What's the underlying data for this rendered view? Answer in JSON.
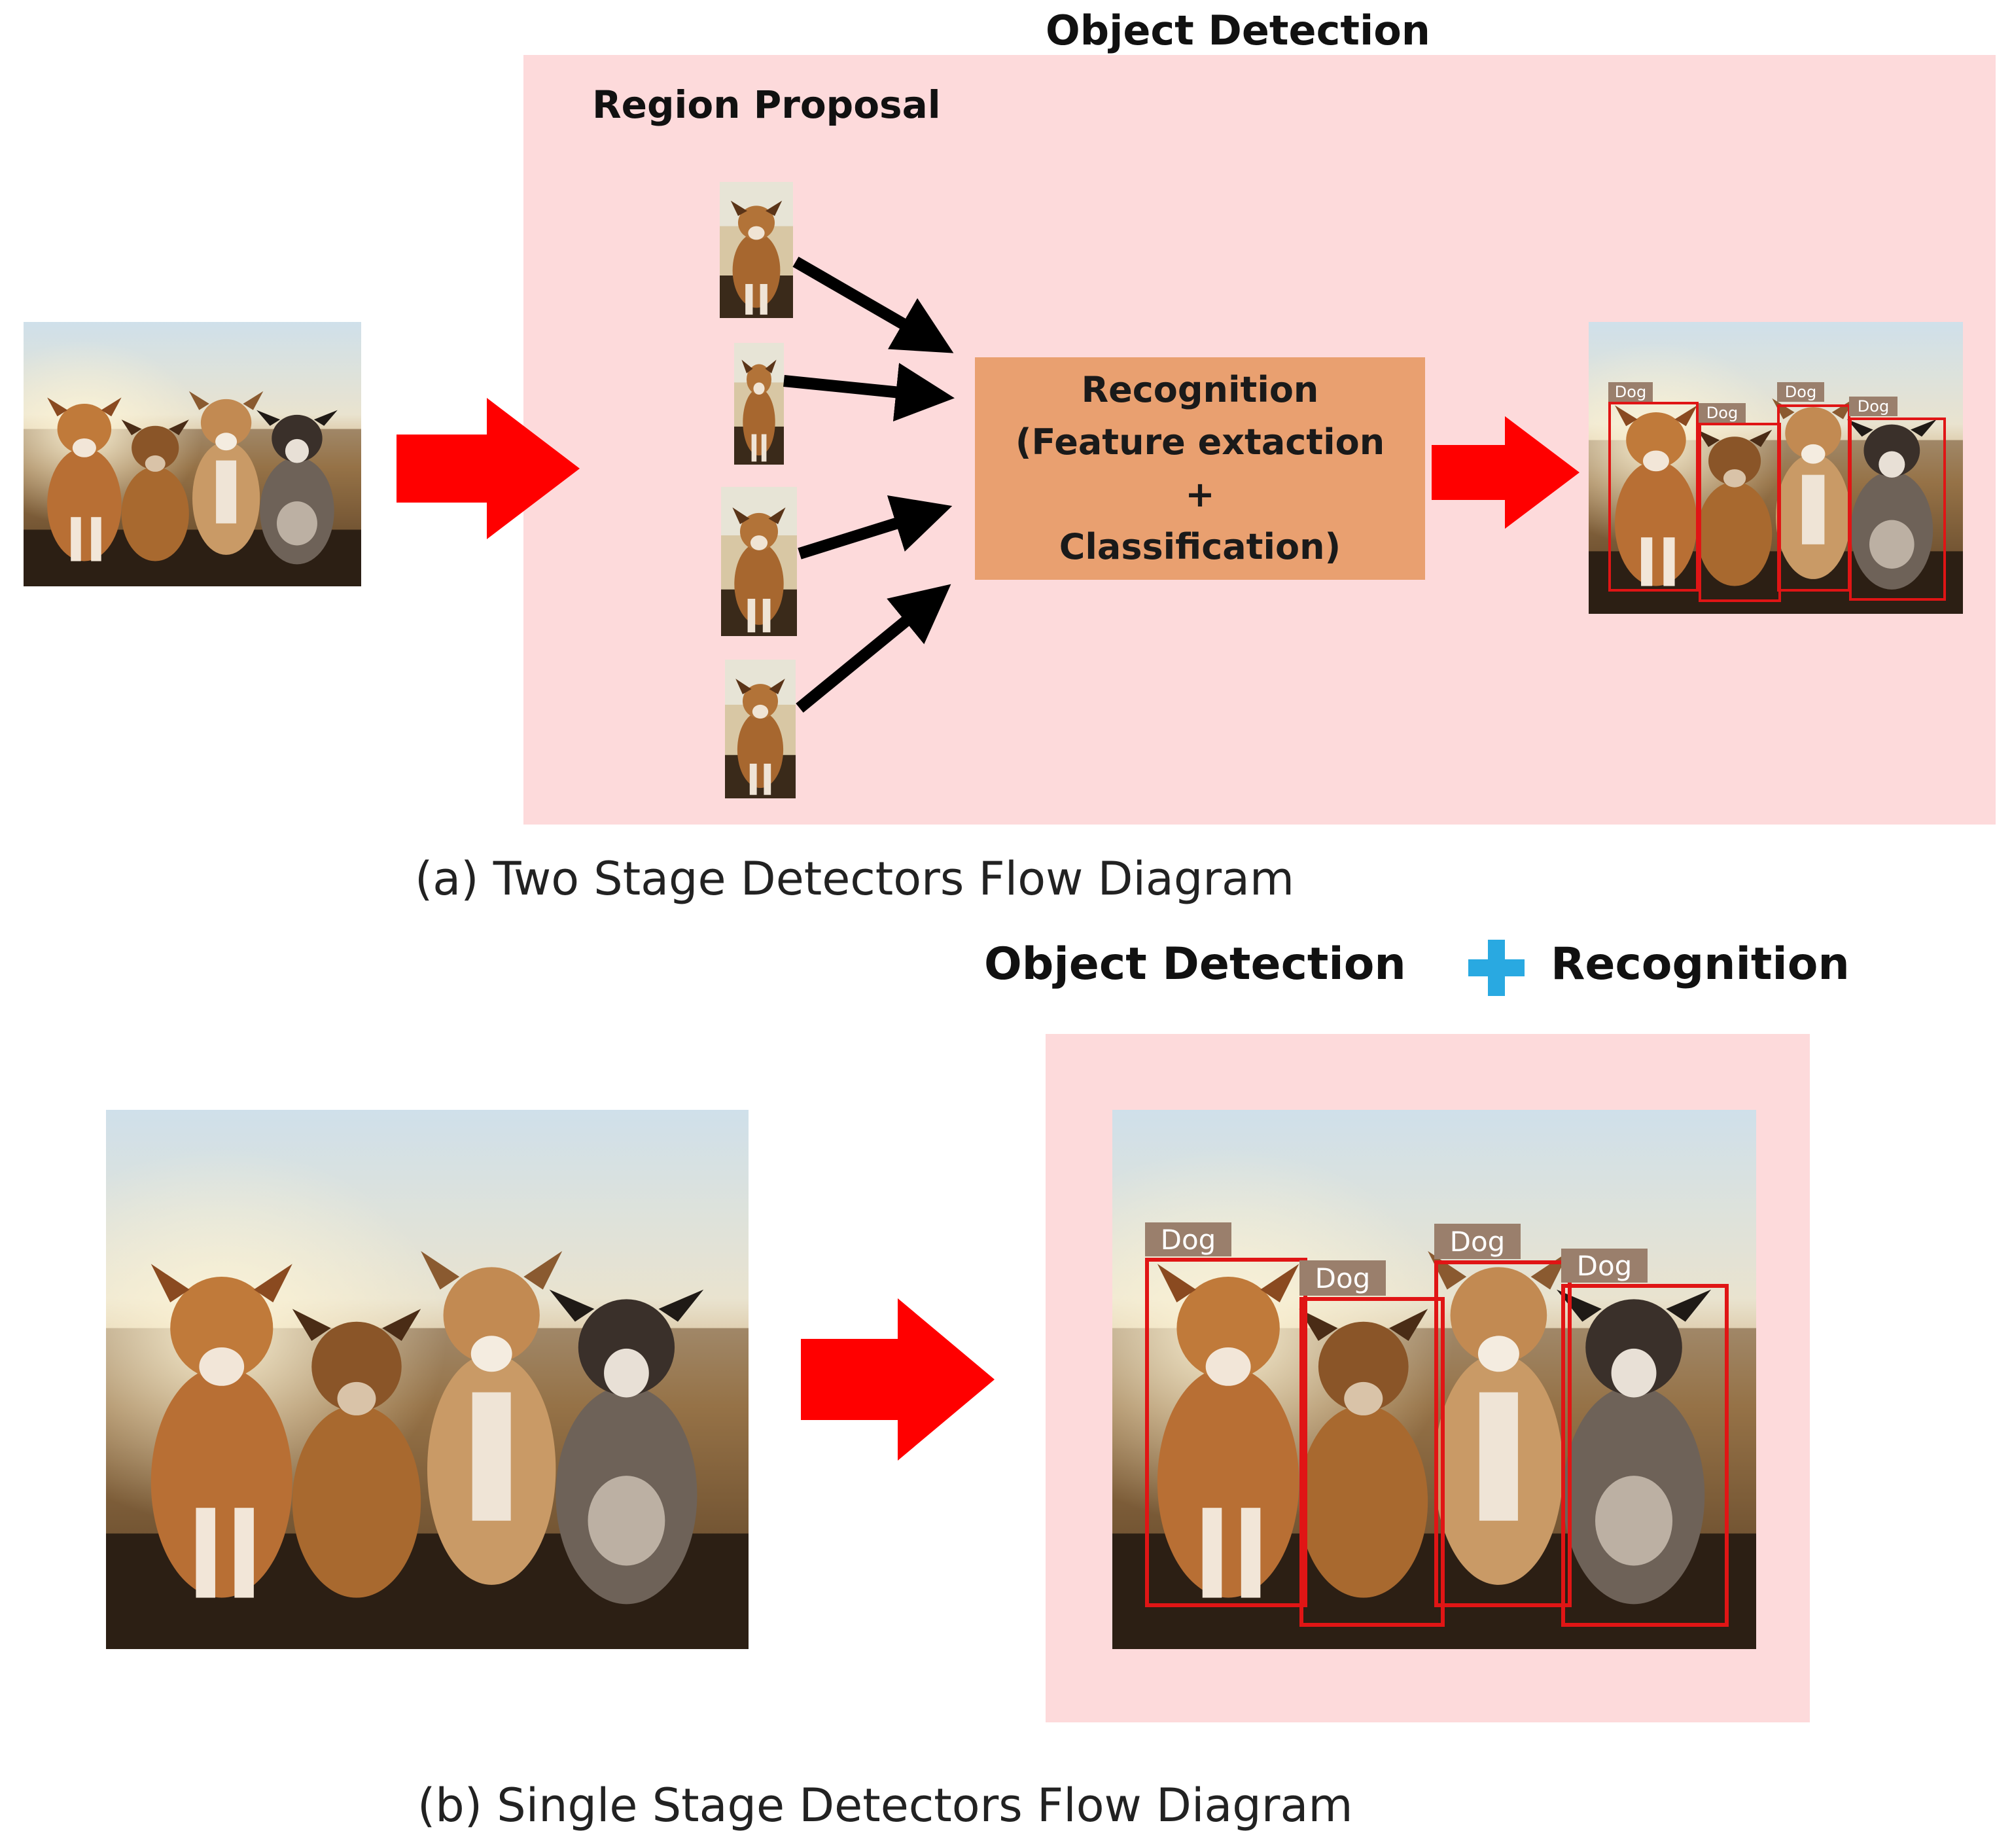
{
  "top": {
    "title": "Object Detection",
    "region_title": "Region Proposal",
    "recognition_lines": [
      "Recognition",
      "(Feature extaction",
      "+",
      "Classification)"
    ],
    "caption": "(a) Two Stage Detectors Flow Diagram",
    "box_labels": [
      "Dog",
      "Dog",
      "Dog",
      "Dog"
    ]
  },
  "bottom": {
    "title_left": "Object Detection",
    "title_right": "Recognition",
    "caption": "(b) Single Stage Detectors Flow Diagram",
    "box_labels": [
      "Dog",
      "Dog",
      "Dog",
      "Dog"
    ]
  },
  "colors": {
    "panel_pink": "#fddadb",
    "recognition_box": "#e9a070",
    "arrow_red": "#ff0000",
    "bbox_red": "#e01515",
    "plus_blue": "#29a9e1",
    "label_brown": "#9a7f6c"
  },
  "icons": {
    "plus": "plus-icon",
    "arrow": "red-arrow-icon"
  }
}
